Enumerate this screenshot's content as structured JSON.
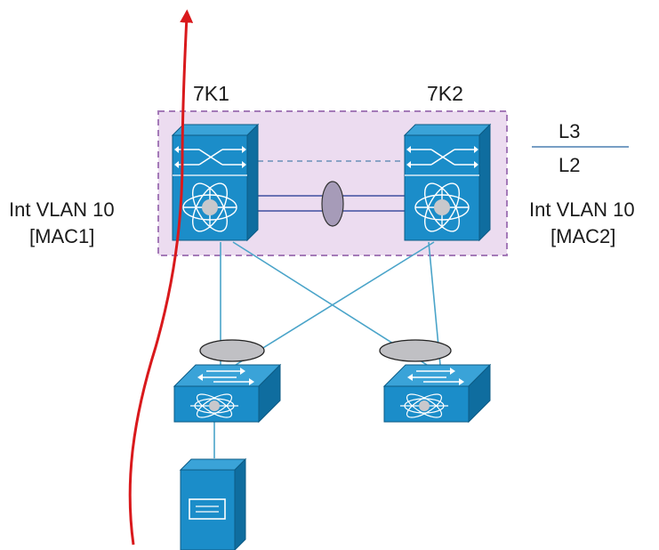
{
  "switches": {
    "left_core": {
      "label": "7K1"
    },
    "right_core": {
      "label": "7K2"
    }
  },
  "vlan_labels": {
    "left": {
      "line1": "Int VLAN 10",
      "line2": "[MAC1]"
    },
    "right": {
      "line1": "Int VLAN 10",
      "line2": "[MAC2]"
    }
  },
  "layer_legend": {
    "upper": "L3",
    "lower": "L2"
  },
  "colors": {
    "switch_body": "#1b8dc9",
    "switch_side": "#0f6d9f",
    "switch_top": "#3aa3d8",
    "vpc_domain_fill": "#ecdcf0",
    "vpc_domain_border": "#a47ab8",
    "traffic_path": "#d9191c",
    "link": "#4aa4c9",
    "port_channel_fill": "#c0c0c4"
  },
  "icons": {
    "core_switch": "nexus-7000-switch-icon",
    "access_switch": "nexus-access-switch-icon",
    "server": "server-icon"
  }
}
